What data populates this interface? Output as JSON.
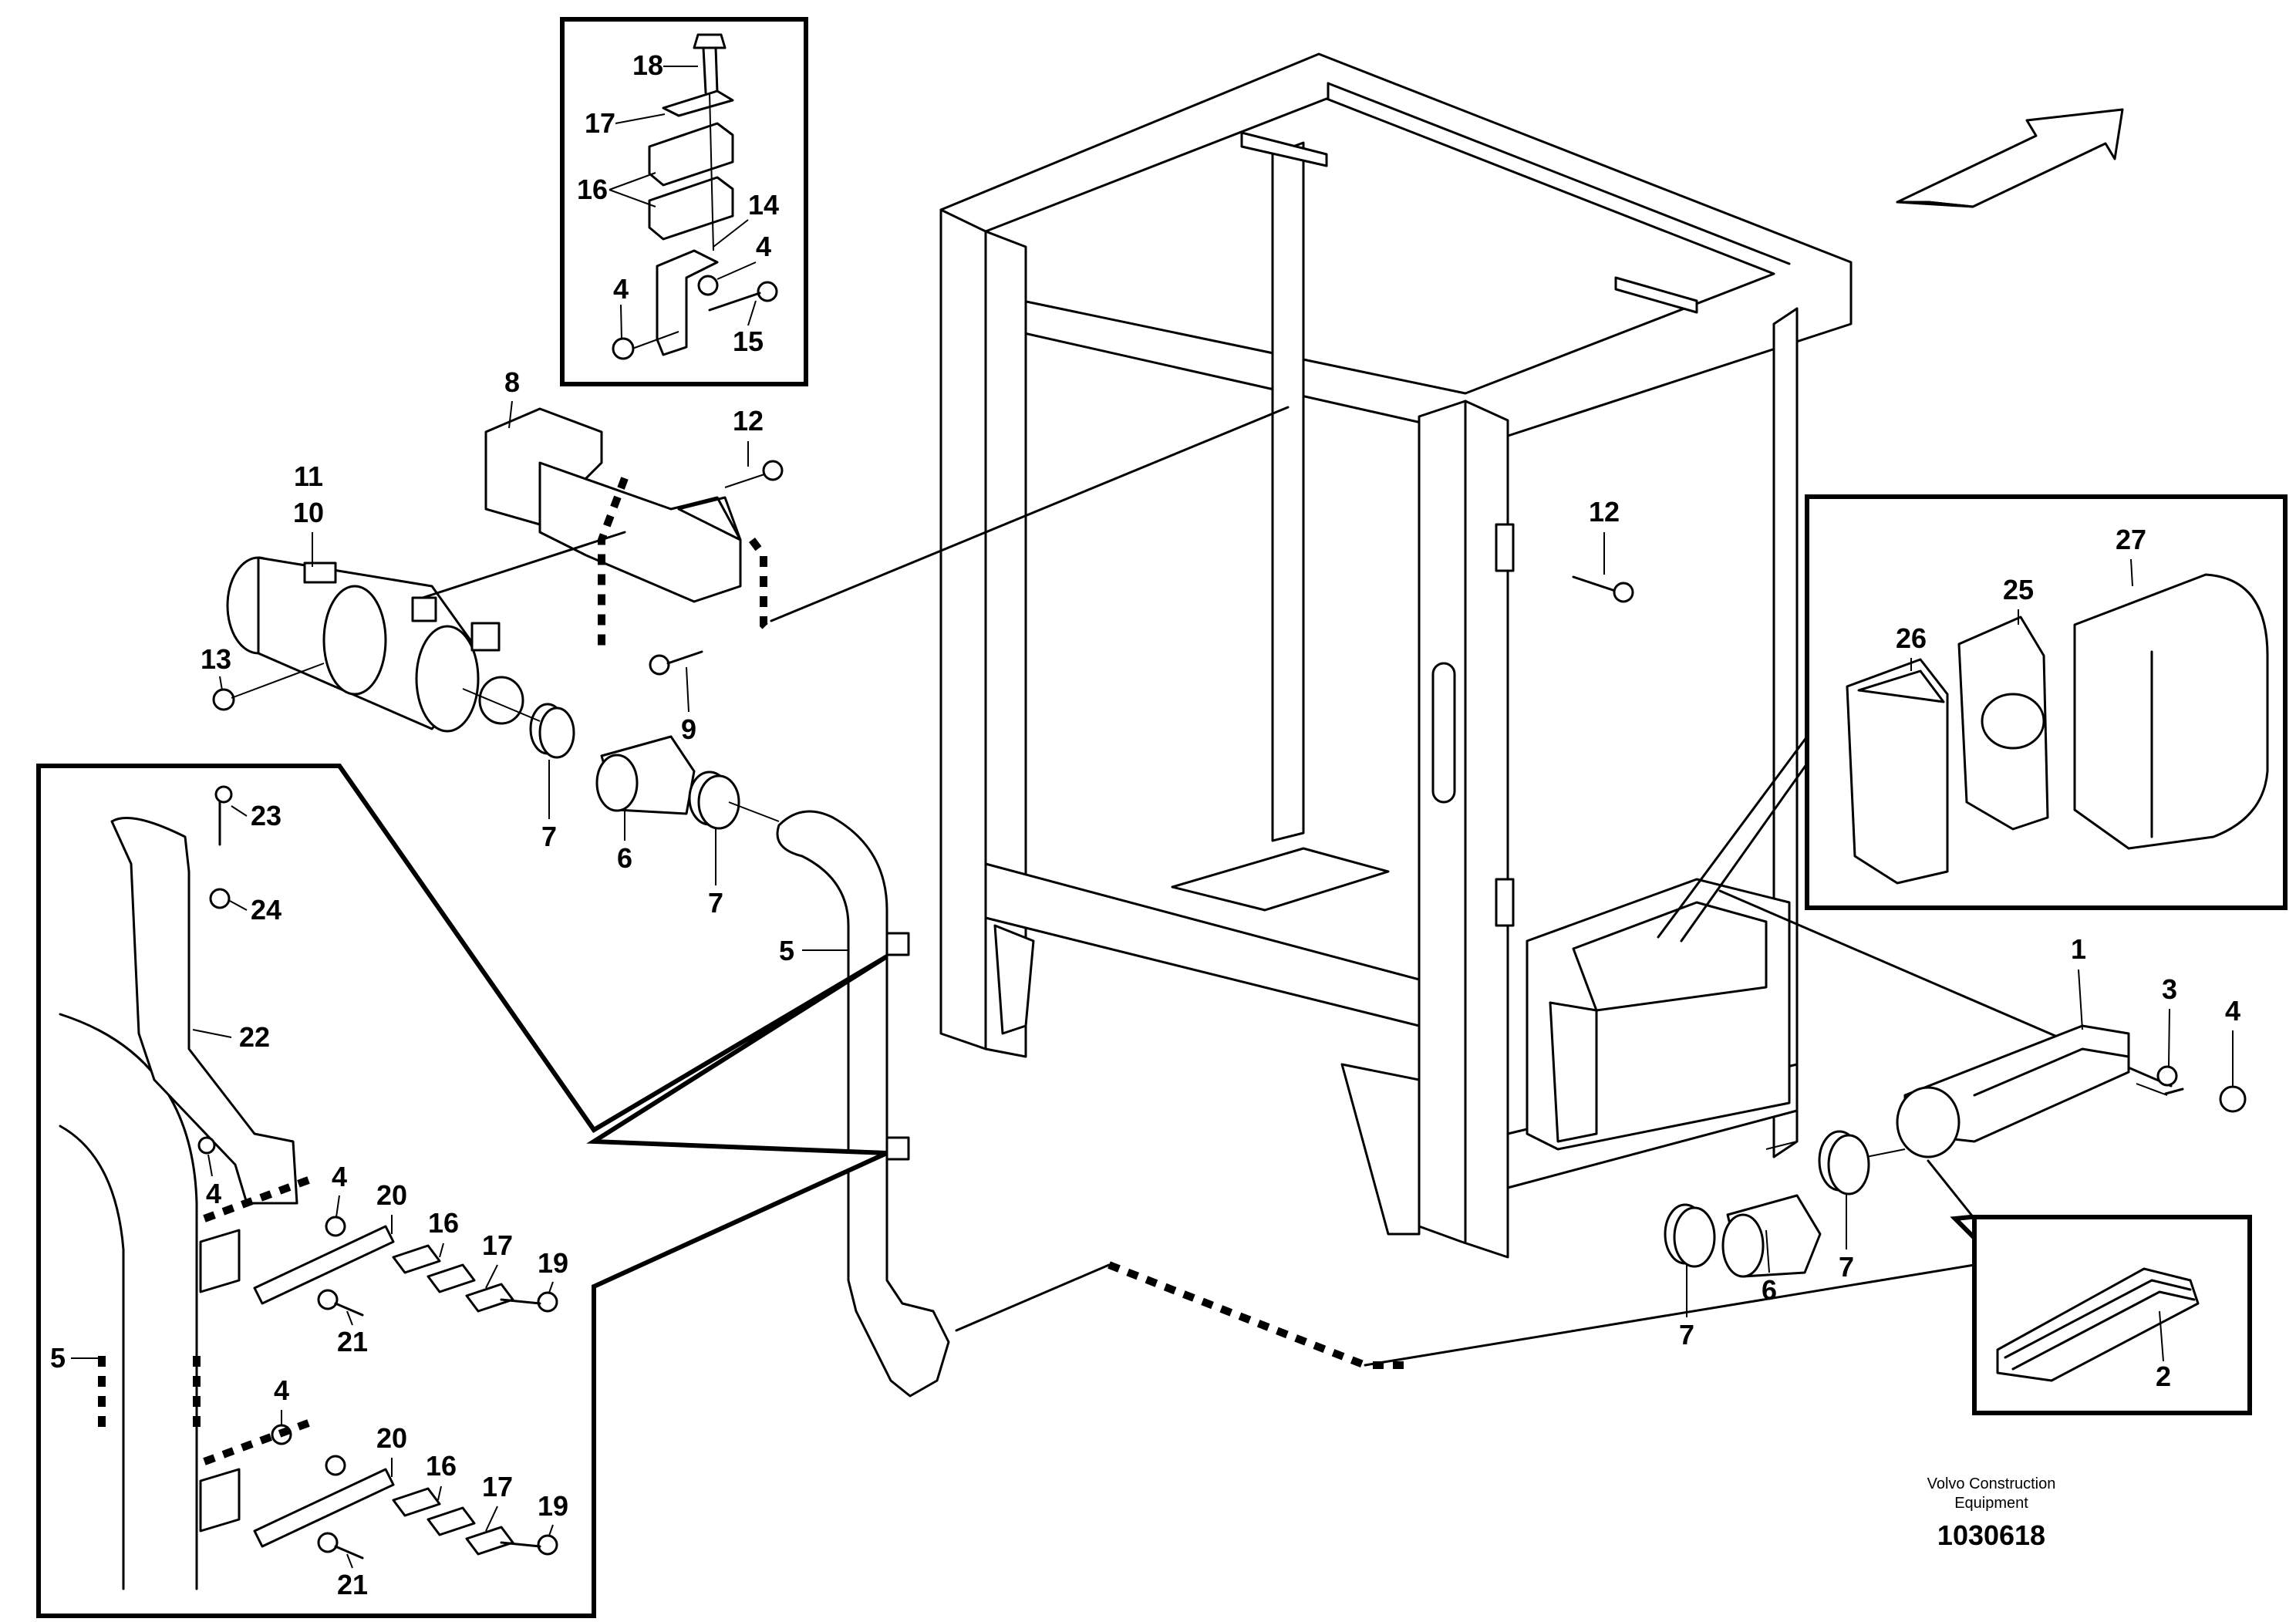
{
  "labels": {
    "l18": "18",
    "l17a": "17",
    "l16a": "16",
    "l14": "14",
    "l4a": "4",
    "l4b": "4",
    "l15": "15",
    "l8": "8",
    "l12a": "12",
    "l11": "11",
    "l10": "10",
    "l13": "13",
    "l9": "9",
    "l7a": "7",
    "l6a": "6",
    "l7b": "7",
    "l5a": "5",
    "l12b": "12",
    "l27": "27",
    "l25": "25",
    "l26": "26",
    "l1": "1",
    "l3": "3",
    "l4c": "4",
    "l2": "2",
    "l7c": "7",
    "l6b": "6",
    "l7d": "7",
    "l23": "23",
    "l24": "24",
    "l22": "22",
    "l4d": "4",
    "l4e": "4",
    "l20a": "20",
    "l16b": "16",
    "l17b": "17",
    "l19a": "19",
    "l21a": "21",
    "l5b": "5",
    "l4f": "4",
    "l20b": "20",
    "l16c": "16",
    "l17c": "17",
    "l19b": "19",
    "l21b": "21"
  },
  "footer": {
    "company_line1": "Volvo Construction",
    "company_line2": "Equipment",
    "drawing_number": "1030618"
  }
}
